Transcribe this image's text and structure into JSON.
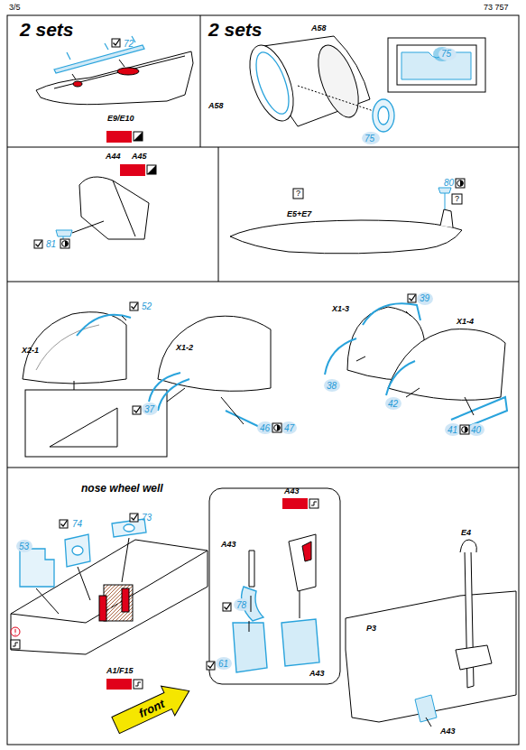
{
  "diagram": {
    "labels": [
      "3/5",
      "73 757",
      "2 sets",
      "72",
      "E9/E10",
      "2 sets",
      "A58",
      "75",
      "A58",
      "75",
      "A44",
      "A45",
      "81",
      "?",
      "E5+E7",
      "80",
      "?",
      "X2-1",
      "52",
      "X1-2",
      "37",
      "46",
      "47",
      "X1-3",
      "39",
      "38",
      "X1-4",
      "42",
      "41",
      "40",
      "nose wheel well",
      "74",
      "73",
      "53",
      "A1/F15",
      "front",
      "A43",
      "A43",
      "78",
      "61",
      "A43",
      "E4",
      "P3",
      "A43"
    ]
  }
}
